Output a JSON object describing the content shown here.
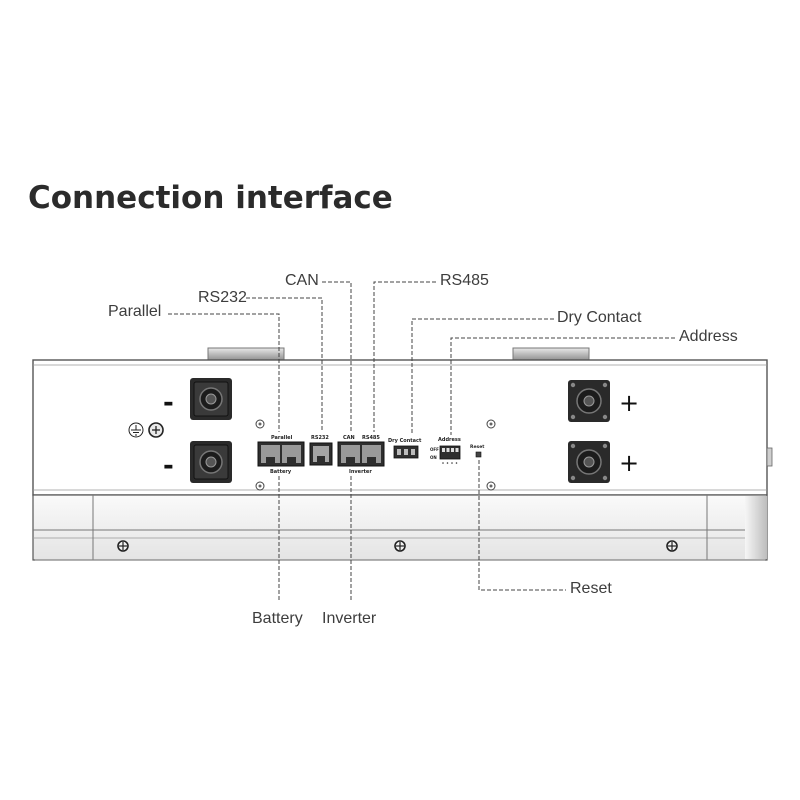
{
  "title": "Connection interface",
  "callouts": {
    "can": "CAN",
    "rs485": "RS485",
    "rs232": "RS232",
    "parallel": "Parallel",
    "dry_contact": "Dry Contact",
    "address": "Address",
    "reset": "Reset",
    "battery": "Battery",
    "inverter": "Inverter"
  },
  "panel_labels": {
    "parallel": "Parallel",
    "battery": "Battery",
    "rs232": "RS232",
    "can": "CAN",
    "rs485": "RS485",
    "inverter": "Inverter",
    "dry_contact": "Dry  Contact",
    "address": "Address",
    "off": "OFF",
    "on": "ON",
    "reset": "Reset"
  },
  "terminal_signs": {
    "minus": "-",
    "plus": "+"
  },
  "icons": {
    "ground": "ground-icon",
    "screw": "screw-icon"
  }
}
